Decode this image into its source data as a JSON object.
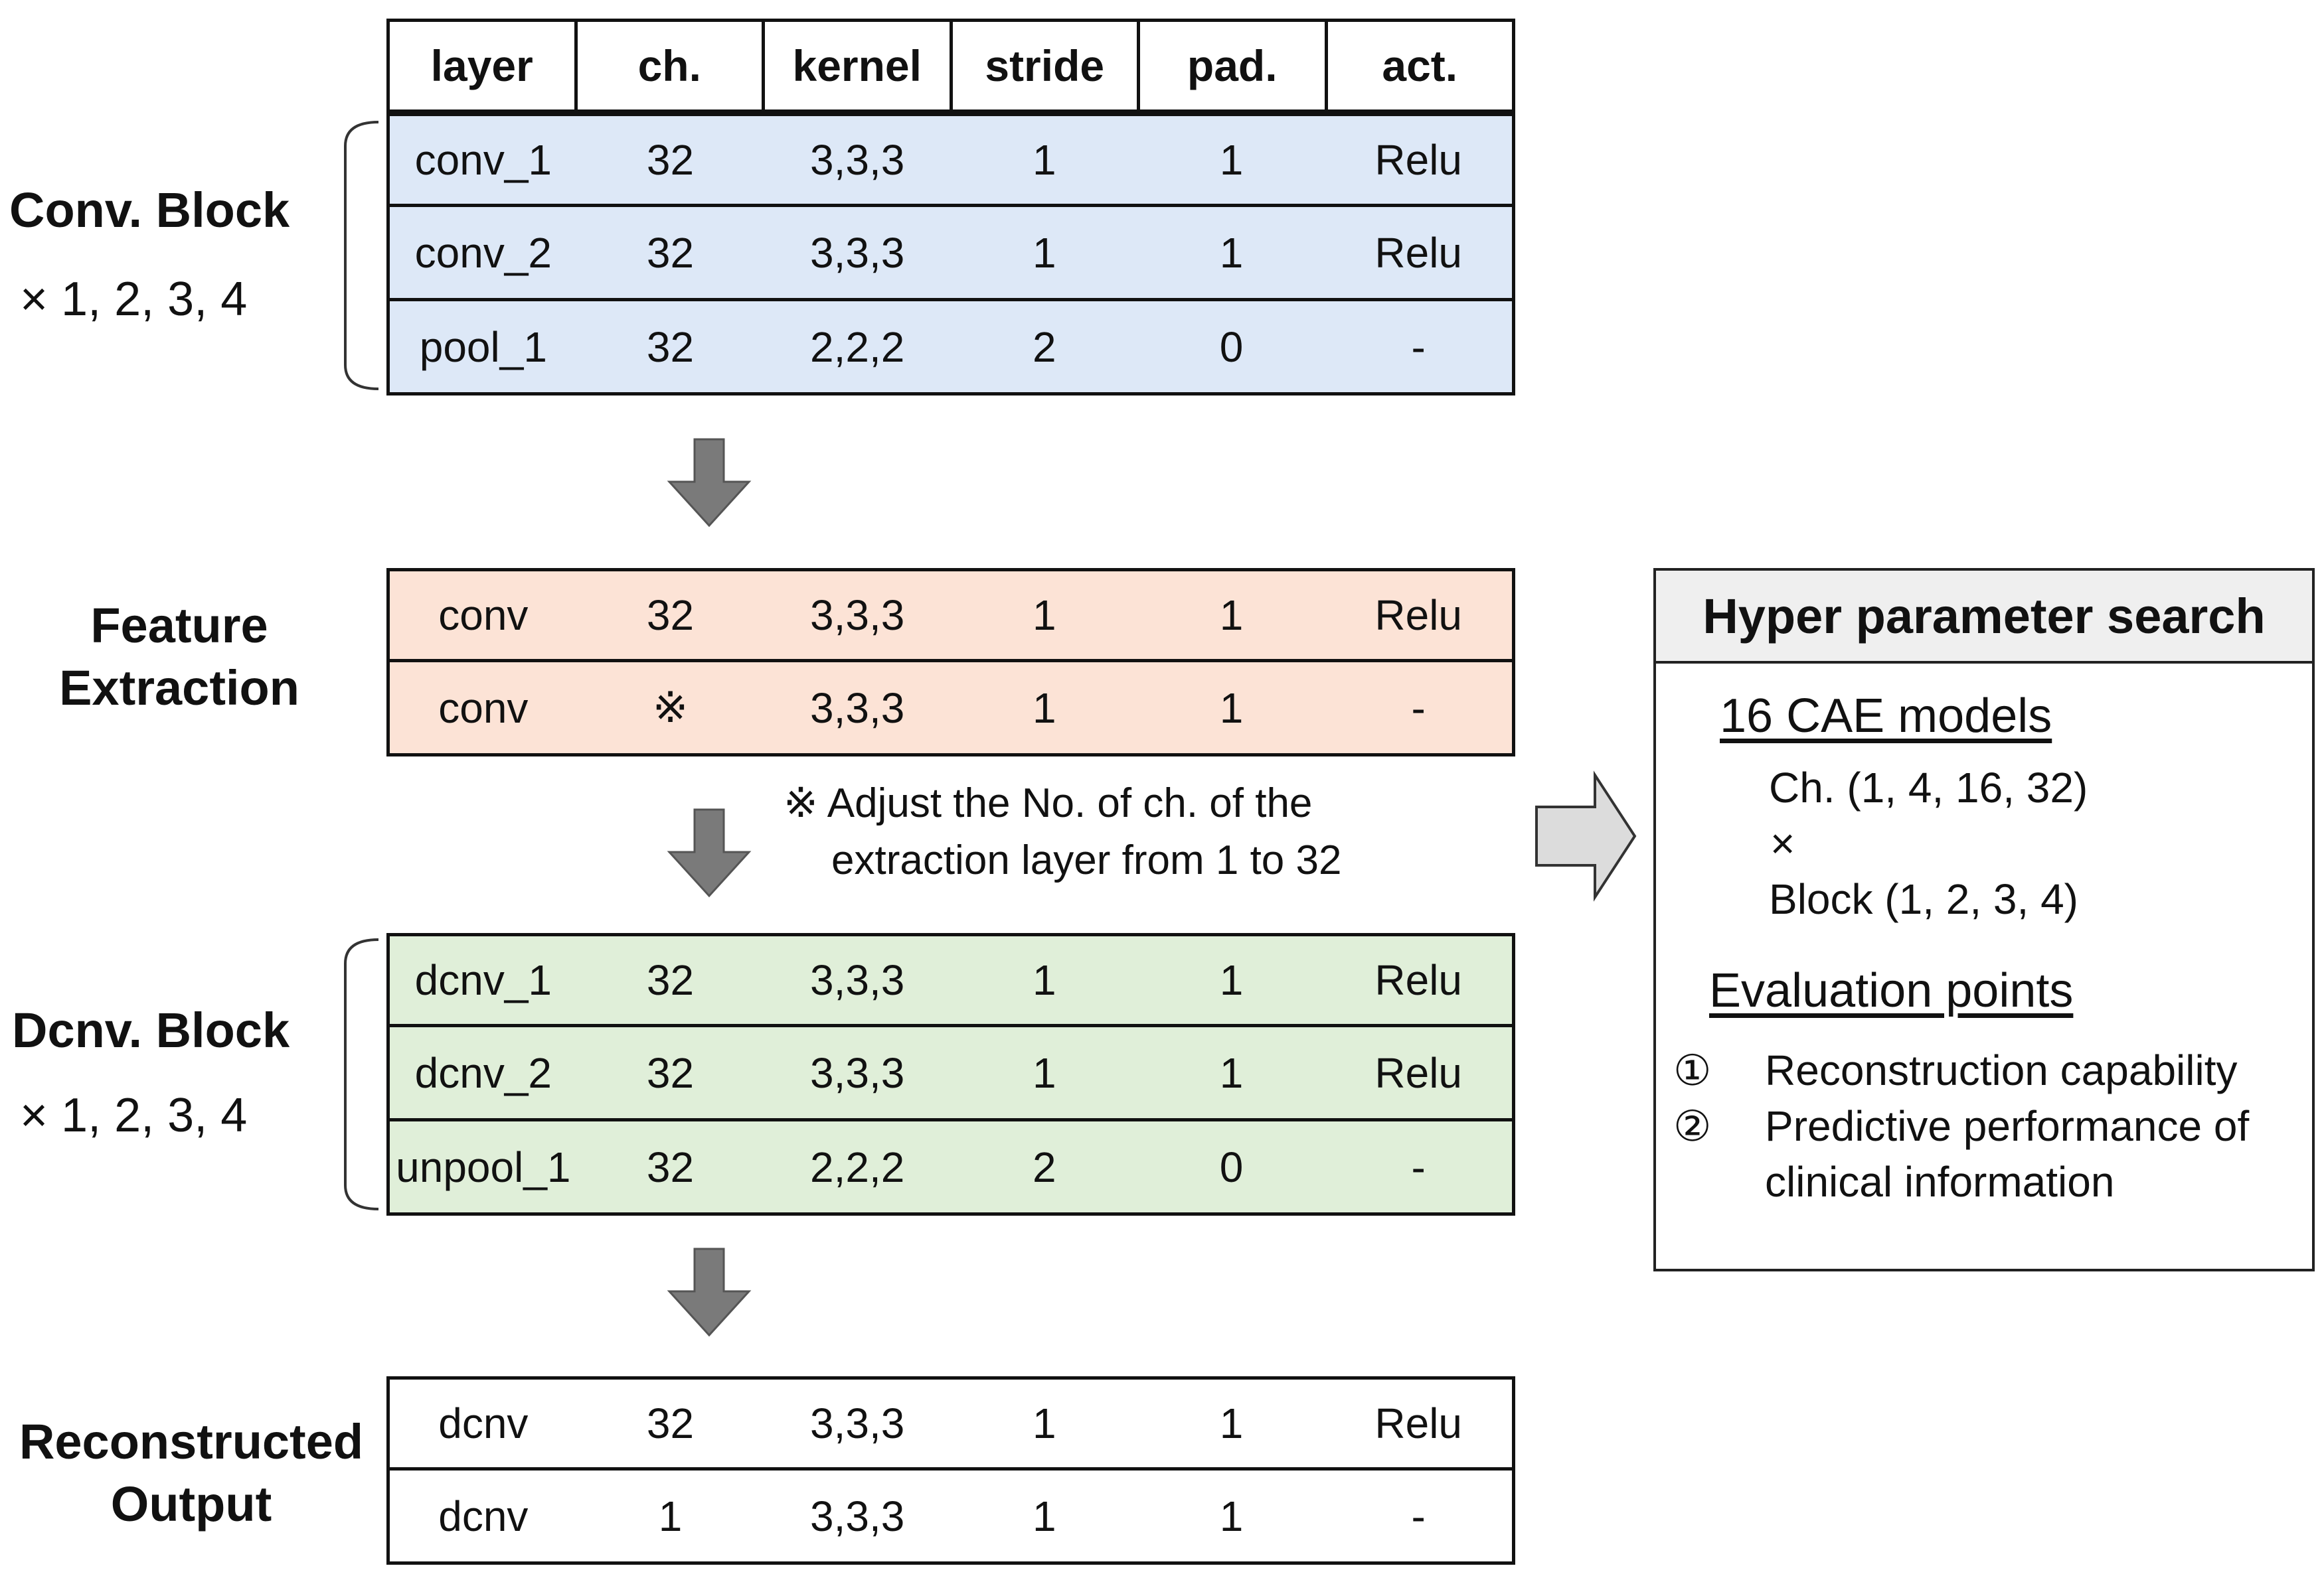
{
  "columns": [
    "layer",
    "ch.",
    "kernel",
    "stride",
    "pad.",
    "act."
  ],
  "conv_block": {
    "label": "Conv. Block",
    "multiplier": "× 1, 2, 3, 4",
    "rows": [
      [
        "conv_1",
        "32",
        "3,3,3",
        "1",
        "1",
        "Relu"
      ],
      [
        "conv_2",
        "32",
        "3,3,3",
        "1",
        "1",
        "Relu"
      ],
      [
        "pool_1",
        "32",
        "2,2,2",
        "2",
        "0",
        "-"
      ]
    ]
  },
  "feature_extraction": {
    "label_line1": "Feature",
    "label_line2": "Extraction",
    "rows": [
      [
        "conv",
        "32",
        "3,3,3",
        "1",
        "1",
        "Relu"
      ],
      [
        "conv",
        "※",
        "3,3,3",
        "1",
        "1",
        "-"
      ]
    ]
  },
  "note": {
    "line1": "※ Adjust the No. of ch. of the",
    "line2": "extraction layer from 1 to 32"
  },
  "dcnv_block": {
    "label": "Dcnv. Block",
    "multiplier": "× 1, 2, 3, 4",
    "rows": [
      [
        "dcnv_1",
        "32",
        "3,3,3",
        "1",
        "1",
        "Relu"
      ],
      [
        "dcnv_2",
        "32",
        "3,3,3",
        "1",
        "1",
        "Relu"
      ],
      [
        "unpool_1",
        "32",
        "2,2,2",
        "2",
        "0",
        "-"
      ]
    ]
  },
  "reconstructed_output": {
    "label_line1": "Reconstructed",
    "label_line2": "Output",
    "rows": [
      [
        "dcnv",
        "32",
        "3,3,3",
        "1",
        "1",
        "Relu"
      ],
      [
        "dcnv",
        "1",
        "3,3,3",
        "1",
        "1",
        "-"
      ]
    ]
  },
  "hyper_parameter_search": {
    "title": "Hyper parameter search",
    "models_title": "16 CAE models",
    "channels": "Ch. (1, 4, 16, 32)",
    "times": "×",
    "blocks": "Block (1, 2, 3, 4)",
    "evaluation_title": "Evaluation points",
    "points": [
      {
        "marker": "①",
        "text": "Reconstruction capability"
      },
      {
        "marker": "②",
        "text": "Predictive performance of"
      }
    ],
    "point2_continuation": "clinical information"
  },
  "colors": {
    "conv_block": "#dde8f7",
    "feature_extraction": "#fce3d6",
    "dcnv_block": "#e0efd9",
    "arrow": "#7a7a7a"
  }
}
